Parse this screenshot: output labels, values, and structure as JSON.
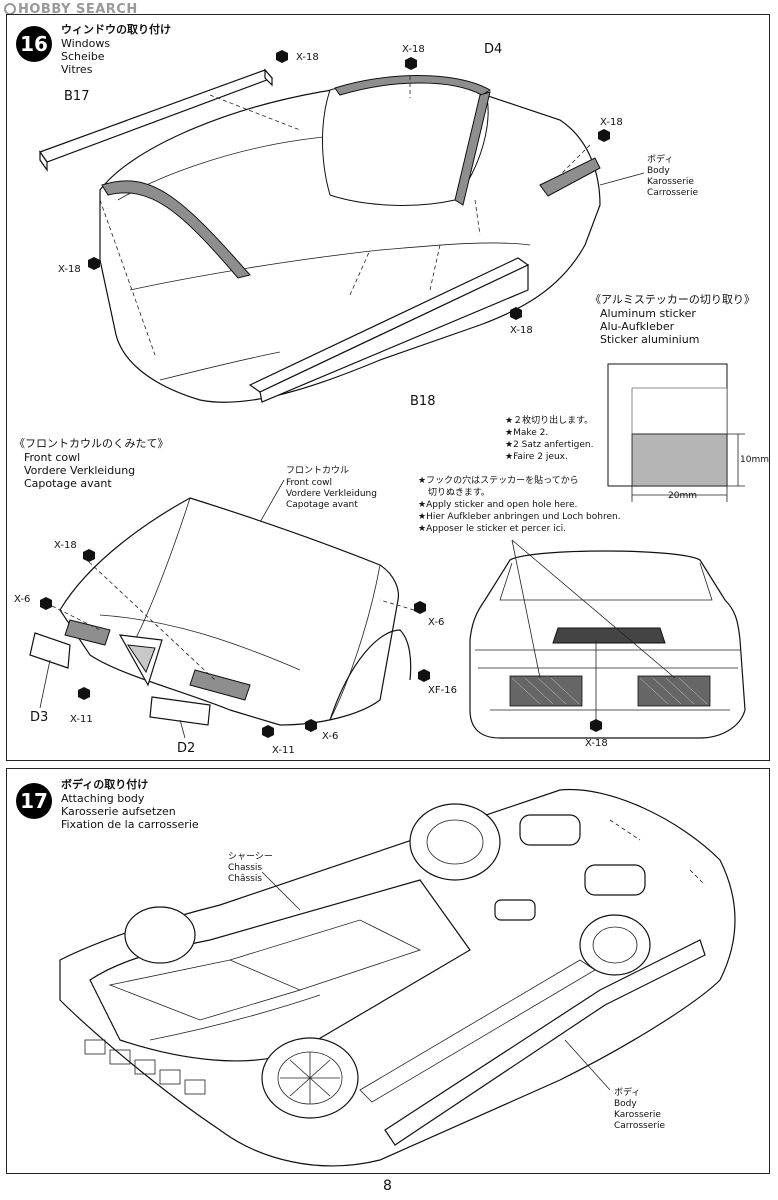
{
  "watermark": "HOBBY SEARCH",
  "page_number": "8",
  "step16": {
    "number": "16",
    "title_jp": "ウィンドウの取り付け",
    "title_en": "Windows",
    "title_de": "Scheibe",
    "title_fr": "Vitres",
    "parts": {
      "b17": "B17",
      "d4": "D4",
      "b18": "B18",
      "x18_a": "X-18",
      "x18_b": "X-18",
      "x18_c": "X-18",
      "x18_d": "X-18",
      "x18_e": "X-18"
    },
    "body_label": {
      "jp": "ボディ",
      "en": "Body",
      "de": "Karosserie",
      "fr": "Carrosserie"
    },
    "sticker_section": {
      "title_jp": "《アルミステッカーの切り取り》",
      "en": "Aluminum sticker",
      "de": "Alu-Aufkleber",
      "fr": "Sticker aluminium",
      "note_jp": "★２枚切り出します。",
      "note_en": "★Make 2.",
      "note_de": "★2 Satz anfertigen.",
      "note_fr": "★Faire 2 jeux.",
      "dim_height": "10mm",
      "dim_width": "20mm"
    },
    "front_cowl_section": {
      "title_jp": "《フロントカウルのくみたて》",
      "en": "Front cowl",
      "de": "Vordere Verkleidung",
      "fr": "Capotage avant",
      "callout_jp": "フロントカウル",
      "callout_en": "Front cowl",
      "callout_de": "Vordere Verkleidung",
      "callout_fr": "Capotage avant",
      "parts": {
        "x18": "X-18",
        "x6_a": "X-6",
        "x6_b": "X-6",
        "x6_c": "X-6",
        "x11_a": "X-11",
        "x11_b": "X-11",
        "xf16": "XF-16",
        "d3": "D3",
        "d2": "D2"
      }
    },
    "hook_note": {
      "jp_line1": "★フックの穴はステッカーを貼ってから",
      "jp_line2": "切りぬきます。",
      "en": "★Apply sticker and open hole here.",
      "de": "★Hier Aufkleber anbringen und Loch bohren.",
      "fr": "★Apposer le sticker et percer ici.",
      "part": "X-18"
    }
  },
  "step17": {
    "number": "17",
    "title_jp": "ボディの取り付け",
    "title_en": "Attaching body",
    "title_de": "Karosserie aufsetzen",
    "title_fr": "Fixation de la carrosserie",
    "chassis_label": {
      "jp": "シャーシー",
      "en": "Chassis",
      "fr": "Châssis"
    },
    "body_label": {
      "jp": "ボディ",
      "en": "Body",
      "de": "Karosserie",
      "fr": "Carrosserie"
    }
  }
}
